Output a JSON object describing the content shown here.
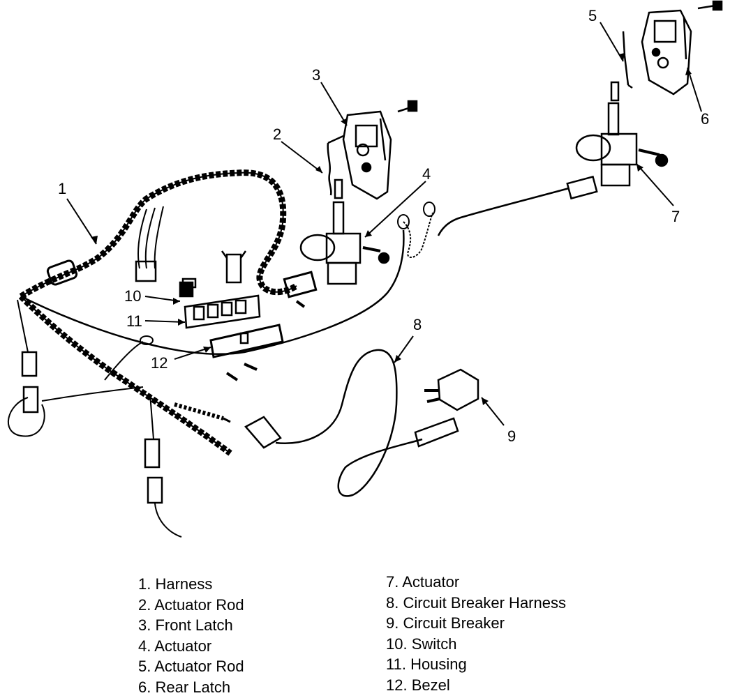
{
  "callouts": [
    "1",
    "2",
    "3",
    "4",
    "5",
    "6",
    "7",
    "8",
    "9",
    "10",
    "11",
    "12"
  ],
  "legend": [
    "1. Harness",
    "2. Actuator Rod",
    "3. Front Latch",
    "4. Actuator",
    "5. Actuator Rod",
    "6. Rear Latch",
    "7. Actuator",
    "8. Circuit Breaker Harness",
    "9. Circuit Breaker",
    "10. Switch",
    "11. Housing",
    "12. Bezel"
  ]
}
